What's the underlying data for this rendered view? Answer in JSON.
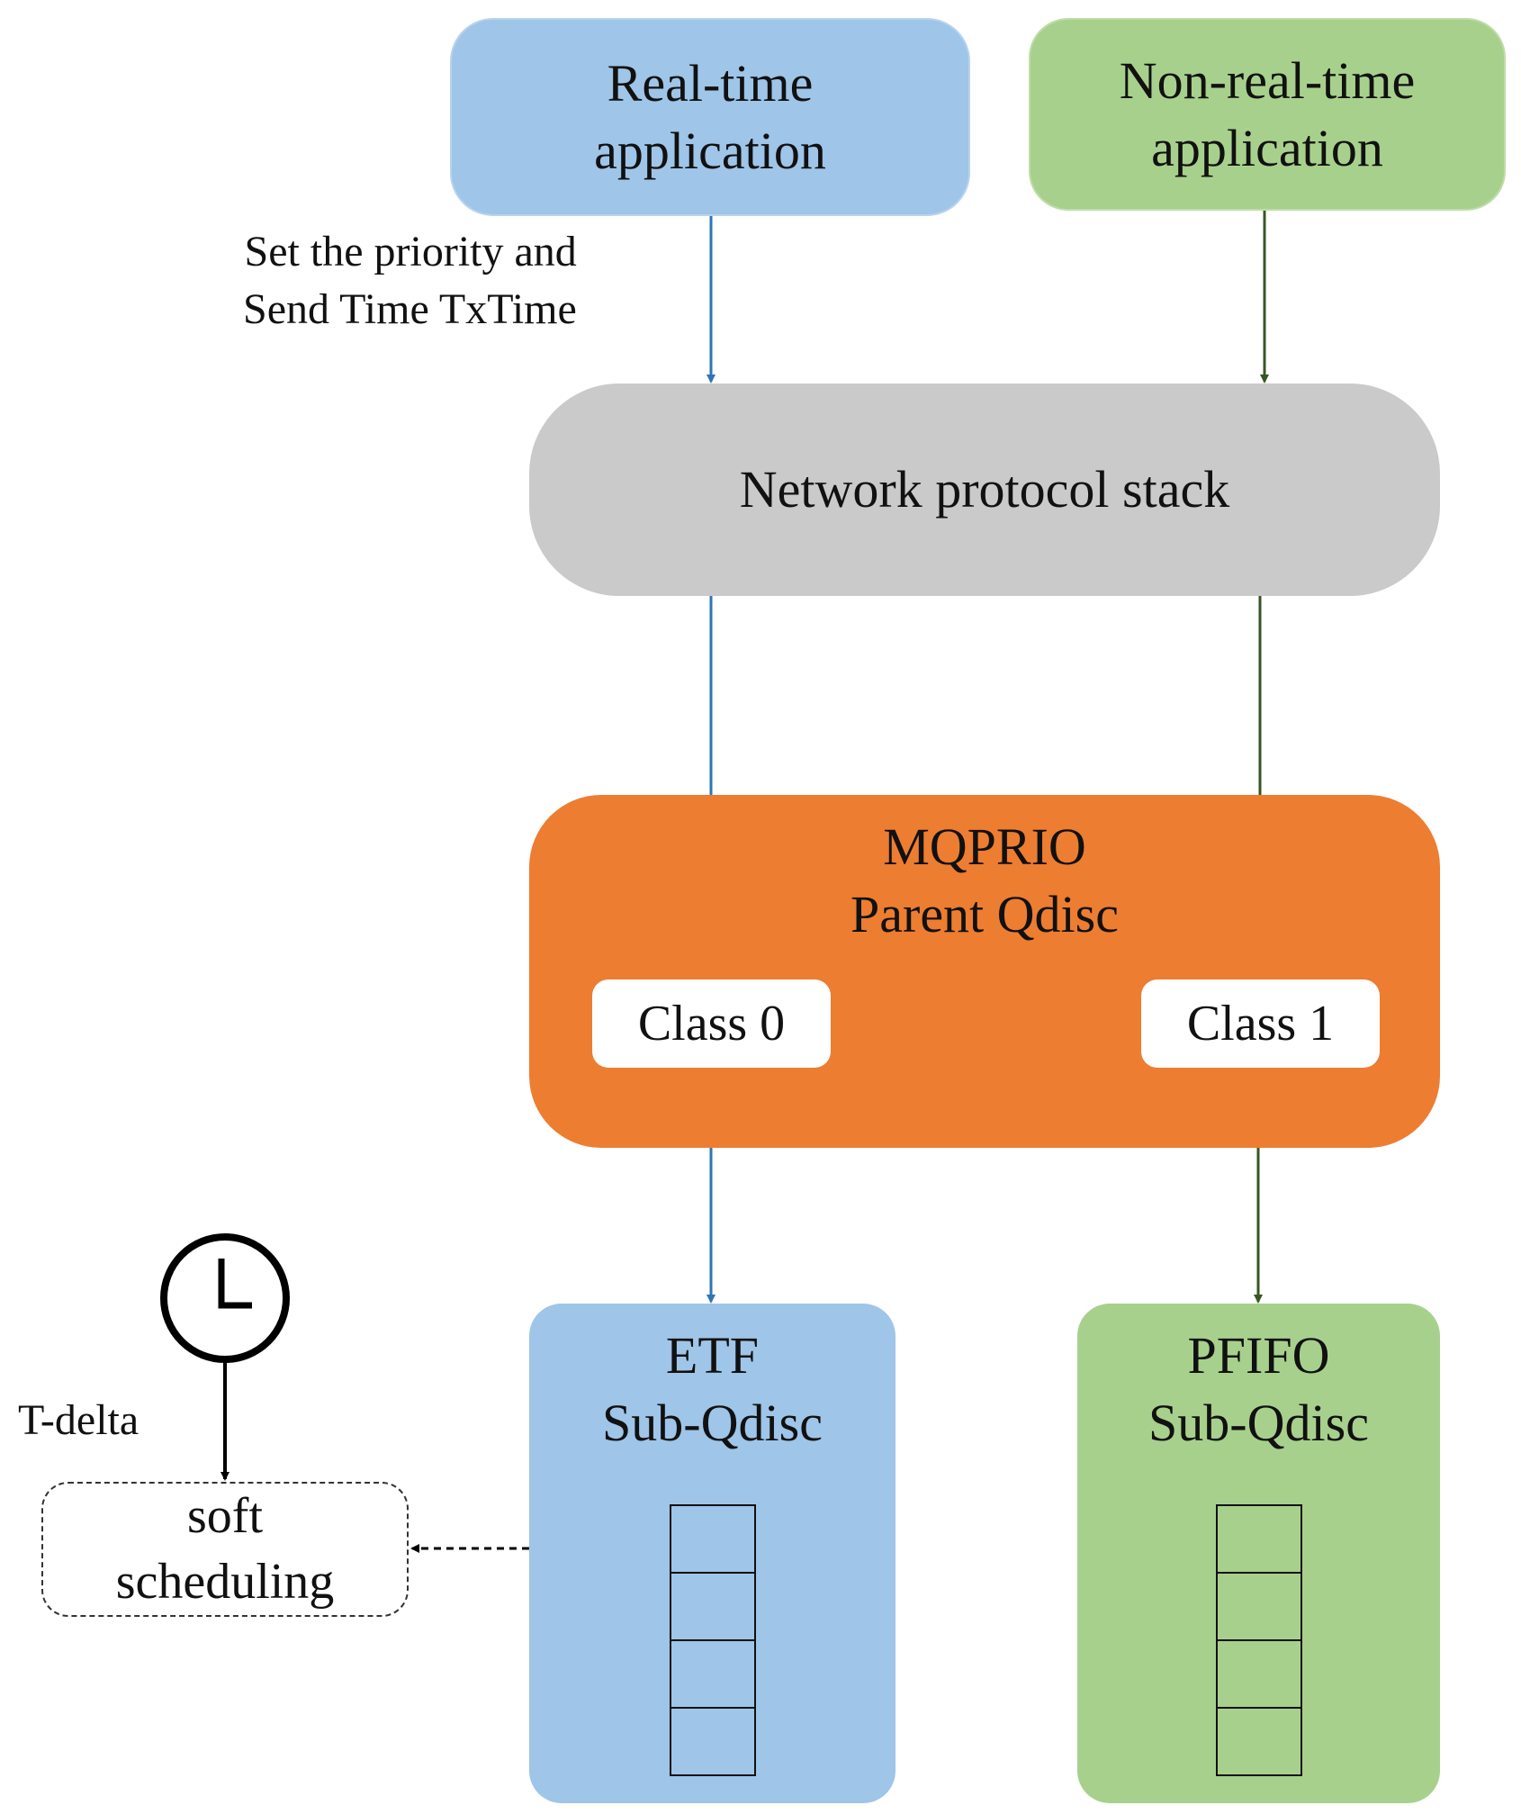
{
  "rt_app": {
    "line1": "Real-time",
    "line2": "application"
  },
  "nrt_app": {
    "line1": "Non-real-time",
    "line2": "application"
  },
  "priority_label": {
    "line1": "Set the priority and",
    "line2": "Send Time TxTime"
  },
  "stack": {
    "label": "Network protocol stack"
  },
  "mqprio": {
    "line1": "MQPRIO",
    "line2": "Parent Qdisc",
    "class0": "Class 0",
    "class1": "Class 1"
  },
  "etf": {
    "line1": "ETF",
    "line2": "Sub-Qdisc"
  },
  "pfifo": {
    "line1": "PFIFO",
    "line2": "Sub-Qdisc"
  },
  "soft": {
    "line1": "soft",
    "line2": "scheduling"
  },
  "tdelta": {
    "label": "T-delta"
  },
  "colors": {
    "blue_arrow": "#2e75b6",
    "green_arrow": "#375623",
    "clock": "#000000"
  },
  "icons": {
    "clock": "clock-icon"
  }
}
